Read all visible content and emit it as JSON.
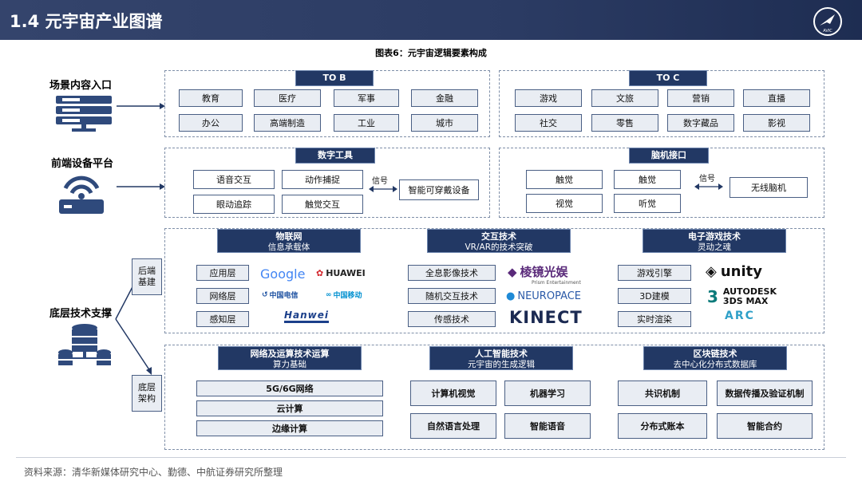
{
  "header": {
    "title": "1.4 元宇宙产业图谱",
    "logo_icon": "avic-plane-logo"
  },
  "figure_title": "图表6：元宇宙逻辑要素构成",
  "colors": {
    "header_bg": "#2b3b63",
    "box_header": "#223864",
    "cell_bg": "#e9edf3",
    "border": "#4a5f84"
  },
  "left": {
    "scene_label": "场景内容入口",
    "frontend_label": "前端设备平台",
    "base_label": "底层技术支撑",
    "backend_tag": "后端\n基建",
    "arch_tag": "底层\n架构"
  },
  "tob": {
    "title": "TO B",
    "items": [
      "教育",
      "医疗",
      "军事",
      "金融",
      "办公",
      "高端制造",
      "工业",
      "城市"
    ]
  },
  "toc": {
    "title": "TO C",
    "items": [
      "游戏",
      "文旅",
      "营销",
      "直播",
      "社交",
      "零售",
      "数字藏品",
      "影视"
    ]
  },
  "digital_tools": {
    "title": "数字工具",
    "items": [
      "语音交互",
      "动作捕捉",
      "眼动追踪",
      "触觉交互"
    ],
    "signal": "信号",
    "device": "智能可穿戴设备"
  },
  "bci": {
    "title": "脑机接口",
    "items": [
      "触觉",
      "触觉",
      "视觉",
      "听觉"
    ],
    "signal": "信号",
    "device": "无线脑机"
  },
  "iot": {
    "title": "物联网",
    "subtitle": "信息承载体",
    "layers": [
      "应用层",
      "网络层",
      "感知层"
    ],
    "brands": [
      "Google",
      "HUAWEI",
      "中国电信",
      "中国移动",
      "Hanwei"
    ]
  },
  "interaction": {
    "title": "交互技术",
    "subtitle": "VR/AR的技术突破",
    "items": [
      "全息影像技术",
      "随机交互技术",
      "传感技术"
    ],
    "brands": [
      "棱镜光娱",
      "Prism Entertainment",
      "NEUROPACE",
      "KINECT"
    ]
  },
  "game": {
    "title": "电子游戏技术",
    "subtitle": "灵动之魂",
    "items": [
      "游戏引擎",
      "3D建模",
      "实时渲染"
    ],
    "brands": [
      "unity",
      "AUTODESK",
      "3DS MAX",
      "ARC"
    ]
  },
  "network": {
    "title": "网络及运算技术运算",
    "subtitle": "算力基础",
    "items": [
      "5G/6G网络",
      "云计算",
      "边缘计算"
    ]
  },
  "ai": {
    "title": "人工智能技术",
    "subtitle": "元宇宙的生成逻辑",
    "items": [
      "计算机视觉",
      "机器学习",
      "自然语言处理",
      "智能语音"
    ]
  },
  "blockchain": {
    "title": "区块链技术",
    "subtitle": "去中心化分布式数据库",
    "items": [
      "共识机制",
      "数据传播及验证机制",
      "分布式账本",
      "智能合约"
    ]
  },
  "source": "资料来源：清华新媒体研究中心、勤德、中航证券研究所整理"
}
